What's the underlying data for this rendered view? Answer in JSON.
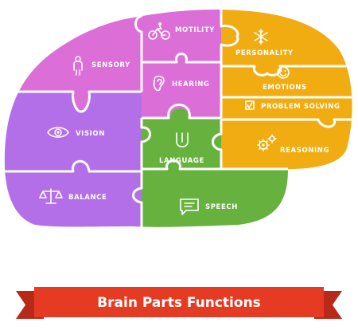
{
  "pieces": {
    "sensory": {
      "label": "SENSORY",
      "color": "#dc6ed8",
      "icon": "person-icon"
    },
    "motility": {
      "label": "MOTILITY",
      "color": "#dc6ed8",
      "icon": "cyclist-icon"
    },
    "hearing": {
      "label": "HEARING",
      "color": "#dc6ed8",
      "icon": "ear-icon"
    },
    "personality": {
      "label": "PERSONALITY",
      "color": "#f0ac11",
      "icon": "snowflake-icon"
    },
    "emotions": {
      "label": "EMOTIONS",
      "color": "#f0ac11",
      "icon": "smiley-icon"
    },
    "problem_solving": {
      "label": "PROBLEM SOLVING",
      "color": "#f0ac11",
      "icon": "checkbox-icon"
    },
    "reasoning": {
      "label": "REASONING",
      "color": "#f0ac11",
      "icon": "gears-icon"
    },
    "vision": {
      "label": "VISION",
      "color": "#b26fe7",
      "icon": "eye-icon"
    },
    "balance": {
      "label": "BALANCE",
      "color": "#b26fe7",
      "icon": "scales-icon"
    },
    "language": {
      "label": "LANGUAGE",
      "color": "#67b23f",
      "icon": "tongue-icon"
    },
    "speech": {
      "label": "SPEECH",
      "color": "#67b23f",
      "icon": "speech-bubble-icon"
    }
  },
  "banner": {
    "title": "Brain Parts Functions",
    "color": "#e63b23",
    "shadow_color": "#b82a17"
  }
}
